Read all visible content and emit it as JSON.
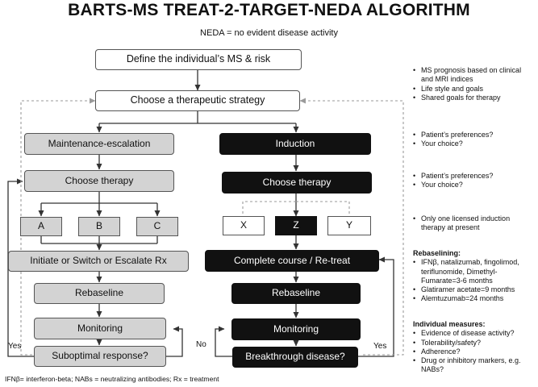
{
  "title": "BARTS-MS TREAT-2-TARGET-NEDA ALGORITHM",
  "subtitle": "NEDA = no evident disease activity",
  "boxes": {
    "define": "Define the individual’s MS & risk",
    "strategy": "Choose a therapeutic strategy",
    "maintenance": "Maintenance-escalation",
    "induction": "Induction",
    "choose_left": "Choose therapy",
    "choose_right": "Choose therapy",
    "a": "A",
    "b": "B",
    "c": "C",
    "x": "X",
    "z": "Z",
    "y": "Y",
    "initiate": "Initiate or Switch or Escalate Rx",
    "complete": "Complete course / Re-treat",
    "rebaseline_left": "Rebaseline",
    "rebaseline_right": "Rebaseline",
    "monitoring_left": "Monitoring",
    "monitoring_right": "Monitoring",
    "suboptimal": "Suboptimal response?",
    "breakthrough": "Breakthrough disease?"
  },
  "labels": {
    "yes_left": "Yes",
    "no": "No",
    "yes_right": "Yes"
  },
  "notes": {
    "n1": [
      "MS prognosis based on clinical and MRI indices",
      "Life style and goals",
      "Shared goals for therapy"
    ],
    "n2": [
      "Patient’s preferences?",
      "Your choice?"
    ],
    "n3": [
      "Patient’s preferences?",
      "Your choice?"
    ],
    "n4": [
      "Only one licensed induction therapy at present"
    ],
    "rebaselining_title": "Rebaselining:",
    "rebaselining": [
      "IFNβ, natalizumab, fingolimod, teriflunomide, Dimethyl-Fumarate=3-6 months",
      "Glatiramer acetate=9 months",
      "Alemtuzumab=24 months"
    ],
    "individual_title": "Individual measures:",
    "individual": [
      "Evidence of disease activity?",
      "Tolerability/safety?",
      "Adherence?",
      "Drug or inhibitory markers, e.g. NABs?"
    ]
  },
  "footnote": "IFNβ= interferon-beta; NABs = neutralizing antibodies; Rx = treatment",
  "colors": {
    "grey_box": "#d3d3d3",
    "black_box": "#111111",
    "line": "#333333",
    "dashed": "#9a9a9a"
  }
}
